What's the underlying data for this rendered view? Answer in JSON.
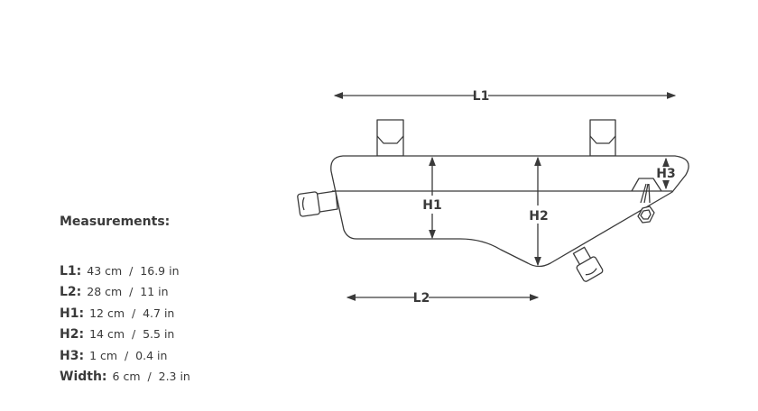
{
  "diagram": {
    "labels": {
      "l1": "L1",
      "l2": "L2",
      "h1": "H1",
      "h2": "H2",
      "h3": "H3"
    },
    "line_color": "#3a3a3a"
  },
  "measurements": {
    "title": "Measurements:",
    "rows": [
      {
        "key": "L1:",
        "value": "43 cm  /  16.9 in"
      },
      {
        "key": "L2:",
        "value": "28 cm  /  11 in"
      },
      {
        "key": "H1:",
        "value": "12 cm  /  4.7 in"
      },
      {
        "key": "H2:",
        "value": "14 cm  /  5.5 in"
      },
      {
        "key": "H3:",
        "value": "1 cm  /  0.4 in"
      },
      {
        "key": "Width:",
        "value": "6 cm  /  2.3 in"
      }
    ]
  }
}
